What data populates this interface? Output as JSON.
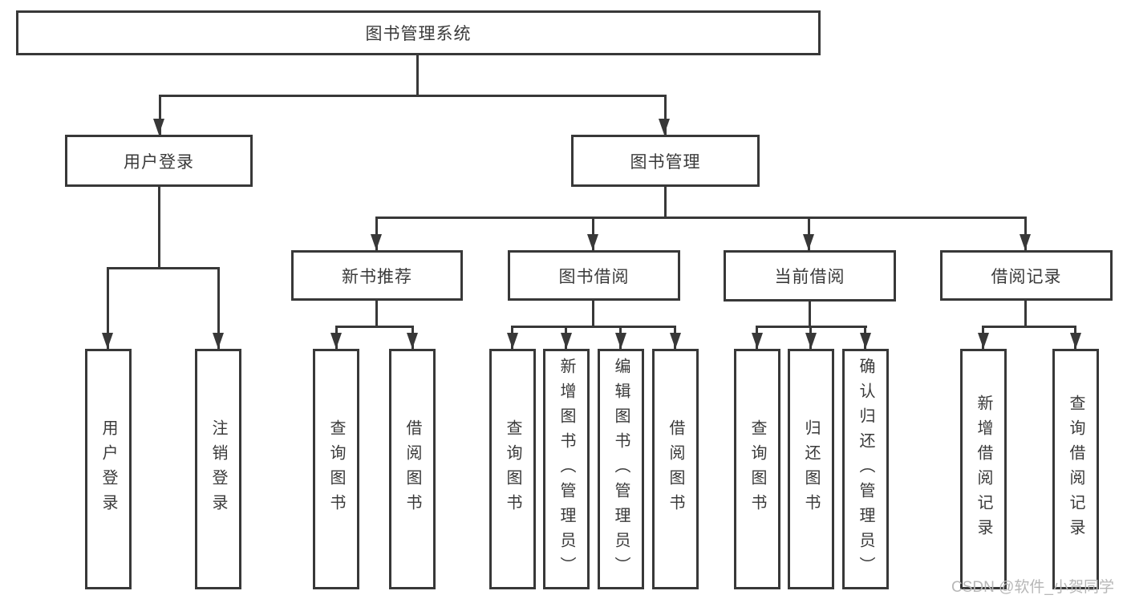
{
  "tree": {
    "root": "图书管理系统",
    "login": {
      "label": "用户登录",
      "children": [
        "用户登录",
        "注销登录"
      ]
    },
    "management": {
      "label": "图书管理",
      "groups": [
        {
          "label": "新书推荐",
          "children": [
            "查询图书",
            "借阅图书"
          ]
        },
        {
          "label": "图书借阅",
          "children": [
            "查询图书",
            "新增图书（管理员）",
            "编辑图书（管理员）",
            "借阅图书"
          ]
        },
        {
          "label": "当前借阅",
          "children": [
            "查询图书",
            "归还图书",
            "确认归还（管理员）"
          ]
        },
        {
          "label": "借阅记录",
          "children": [
            "新增借阅记录",
            "查询借阅记录"
          ]
        }
      ]
    }
  },
  "colors": {
    "line": "#383838",
    "text": "#3a3a3a",
    "watermark": "#b7b7b7"
  },
  "watermark": "CSDN @软件_小贺同学"
}
